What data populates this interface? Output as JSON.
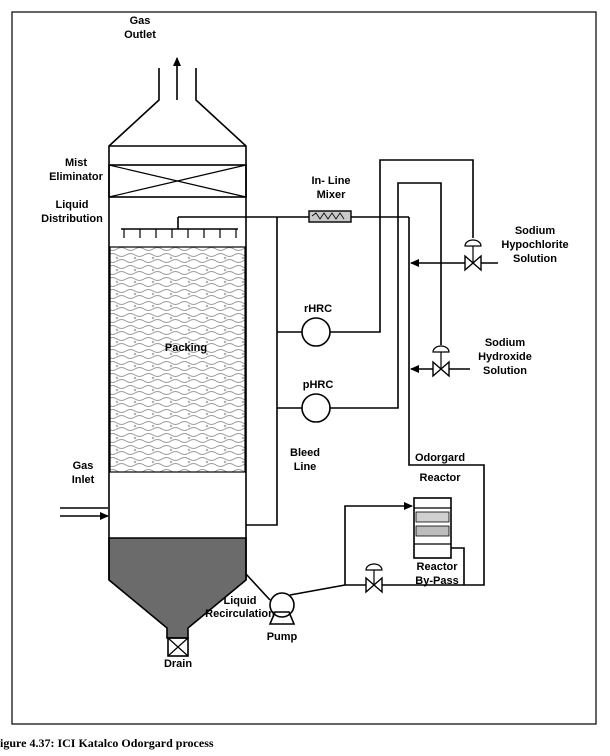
{
  "labels": {
    "gas_outlet": [
      "Gas",
      "Outlet"
    ],
    "mist_eliminator": [
      "Mist",
      "Eliminator"
    ],
    "liquid_distribution": [
      "Liquid",
      "Distribution"
    ],
    "packing": "Packing",
    "gas_inlet": [
      "Gas",
      "Inlet"
    ],
    "drain": "Drain",
    "inline_mixer": [
      "In- Line",
      "Mixer"
    ],
    "rhrc": "rHRC",
    "phrc": "pHRC",
    "bleed_line": [
      "Bleed",
      "Line"
    ],
    "sodium_hypochlorite": [
      "Sodium",
      "Hypochlorite",
      "Solution"
    ],
    "sodium_hydroxide": [
      "Sodium",
      "Hydroxide",
      "Solution"
    ],
    "odorgard_reactor": [
      "Odorgard",
      "Reactor"
    ],
    "reactor_bypass": [
      "Reactor",
      "By-Pass"
    ],
    "liquid_recirculation": [
      "Liquid",
      "Recirculation"
    ],
    "pump": "Pump"
  },
  "caption": "igure 4.37: ICI Katalco Odorgard process",
  "colors": {
    "sump_fill": "#6b6b6b",
    "packing_pattern": "#9a9a9a",
    "mixer_fill": "#c8c8c8"
  }
}
